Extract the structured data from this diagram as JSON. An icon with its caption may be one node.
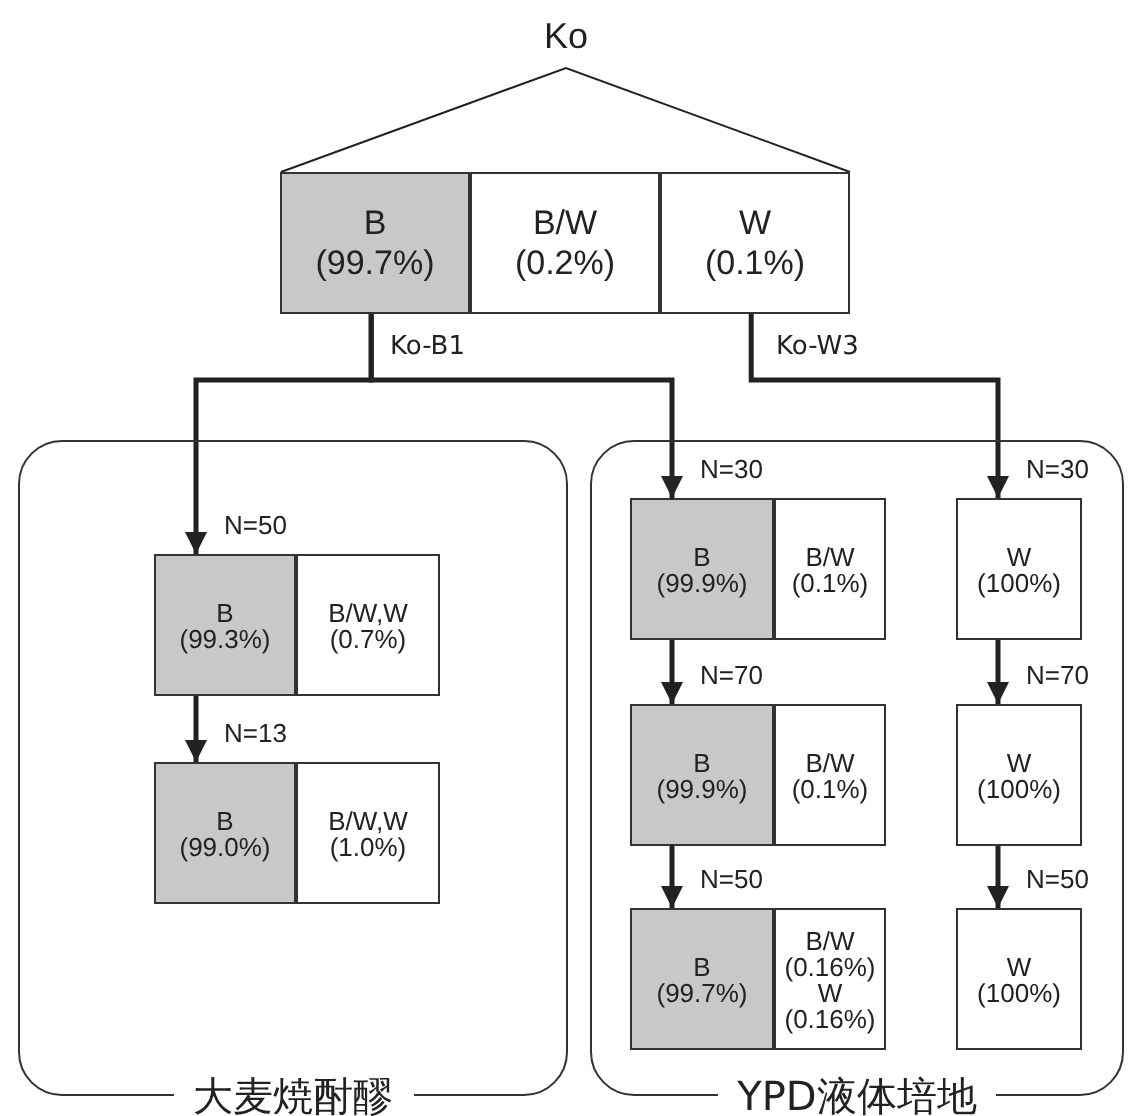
{
  "diagram": {
    "nodes": [
      {
        "text": [
          "B (99.7%)"
        ]
      },
      {
        "text": [
          "B/W (0.2%)"
        ]
      },
      {
        "text": [
          "W (0.1%)"
        ]
      },
      {
        "text": [
          "大麦焼酎醪"
        ]
      },
      {
        "text": [
          "B (99.3%)"
        ],
        "in": 3
      },
      {
        "text": [
          "B/W,W (0.7%)"
        ],
        "in": 3
      },
      {
        "text": [
          "B (99.0%)"
        ],
        "in": 3
      },
      {
        "text": [
          "B/W,W (1.0%)"
        ],
        "in": 3
      },
      {
        "text": [
          "YPD液体培地"
        ]
      },
      {
        "text": [
          "B (99.9%)"
        ],
        "in": 8
      },
      {
        "text": [
          "B/W (0.1%)"
        ],
        "in": 8
      },
      {
        "text": [
          "W (100%)"
        ],
        "in": 8
      },
      {
        "text": [
          "B (99.9%)"
        ],
        "in": 8
      },
      {
        "text": [
          "B/W (0.1%)"
        ],
        "in": 8
      },
      {
        "text": [
          "W (100%)"
        ],
        "in": 8
      },
      {
        "text": [
          "B (99.7%)"
        ],
        "in": 8
      },
      {
        "text": [
          "B/W (0.16%) W (0.16%)"
        ],
        "in": 8
      },
      {
        "text": [
          "W (100%)"
        ],
        "in": 8
      }
    ],
    "edges": [
      {
        "from": 0,
        "to": 4,
        "arrow": "to",
        "label": "N=50"
      },
      {
        "from": 0,
        "to": 9,
        "arrow": "to",
        "label": "N=30"
      },
      {
        "from": 2,
        "to": 11,
        "arrow": "to",
        "label": "N=30"
      },
      {
        "from": 4,
        "to": 6,
        "arrow": "to",
        "label": "N=13"
      },
      {
        "from": 9,
        "to": 12,
        "arrow": "to",
        "label": "N=70"
      },
      {
        "from": 12,
        "to": 15,
        "arrow": "to",
        "label": "N=50"
      },
      {
        "from": 11,
        "to": 14,
        "arrow": "to",
        "label": "N=70"
      },
      {
        "from": 14,
        "to": 17,
        "arrow": "to",
        "label": "N=50"
      }
    ],
    "labels": [
      "Ko",
      "Ko-B1",
      "Ko-W3"
    ]
  }
}
